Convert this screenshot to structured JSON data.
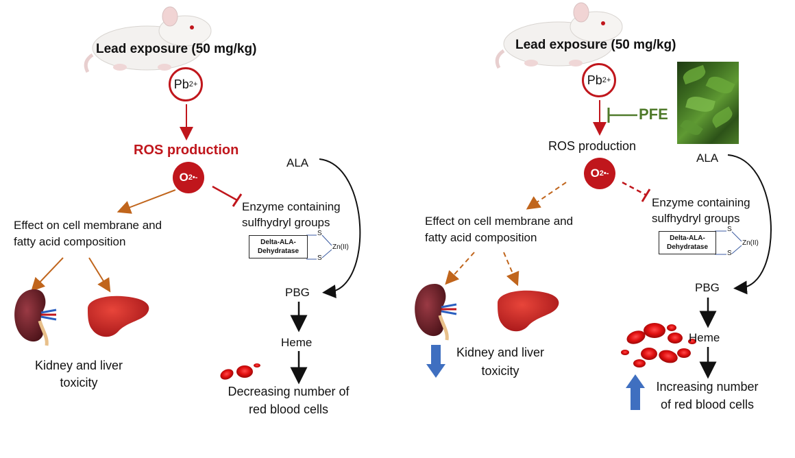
{
  "left": {
    "exposure": "Lead exposure (50 mg/kg)",
    "pb": "Pb",
    "pb_charge": "2+",
    "ros": "ROS production",
    "o2": "O",
    "o2_sub": "2",
    "o2_sup": "•-",
    "membrane_line1": "Effect on cell membrane and",
    "membrane_line2": "fatty acid composition",
    "enzyme_line1": "Enzyme containing",
    "enzyme_line2": "sulfhydryl groups",
    "enzyme_box_line1": "Delta-ALA-",
    "enzyme_box_line2": "Dehydratase",
    "s_top": "S",
    "s_bottom": "S",
    "zn": "Zn(II)",
    "ala": "ALA",
    "pbg": "PBG",
    "heme": "Heme",
    "toxicity_line1": "Kidney and liver",
    "toxicity_line2": "toxicity",
    "rbc_line1": "Decreasing number of",
    "rbc_line2": "red blood cells"
  },
  "right": {
    "exposure": "Lead exposure (50 mg/kg)",
    "pb": "Pb",
    "pb_charge": "2+",
    "pfe": "PFE",
    "ros": "ROS production",
    "o2": "O",
    "o2_sub": "2",
    "o2_sup": "•-",
    "membrane_line1": "Effect on cell membrane and",
    "membrane_line2": "fatty acid composition",
    "enzyme_line1": "Enzyme containing",
    "enzyme_line2": "sulfhydryl groups",
    "enzyme_box_line1": "Delta-ALA-",
    "enzyme_box_line2": "Dehydratase",
    "s_top": "S",
    "s_bottom": "S",
    "zn": "Zn(II)",
    "ala": "ALA",
    "pbg": "PBG",
    "heme": "Heme",
    "toxicity_line1": "Kidney and liver",
    "toxicity_line2": "toxicity",
    "rbc_line1": "Increasing number",
    "rbc_line2": "of red blood cells"
  },
  "colors": {
    "red": "#c0161c",
    "orange": "#c0651c",
    "green": "#4f7a2a",
    "blue_arrow": "#3f6fc0"
  },
  "icons": [
    "rat-icon",
    "kidney-icon",
    "liver-icon",
    "red-blood-cell-icon",
    "plant-photo"
  ]
}
